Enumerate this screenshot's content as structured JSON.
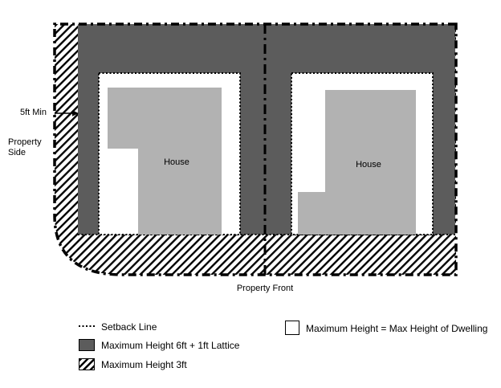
{
  "plan": {
    "labels": {
      "five_ft_min": "5ft Min",
      "property_side": [
        "Property",
        "Side"
      ],
      "property_front": "Property Front",
      "left_house": "House",
      "right_house": "House"
    },
    "colors": {
      "max_height_6ft_zone": "#5c5c5c",
      "dwelling": "#b2b2b2",
      "lines": "#000000",
      "lot_interior": "#ffffff"
    }
  },
  "legend": {
    "setback_line": "Setback Line",
    "max_6ft_lattice": "Maximum Height 6ft + 1ft Lattice",
    "max_3ft": "Maximum Height 3ft",
    "max_dwelling": "Maximum Height = Max Height of Dwelling"
  }
}
